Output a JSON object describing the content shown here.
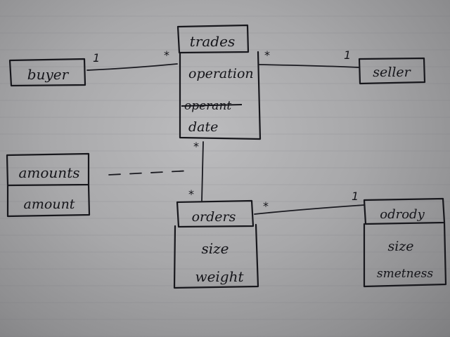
{
  "classes": {
    "trades": {
      "name": "trades",
      "attributes": [
        "operation",
        "operant",
        "date"
      ]
    },
    "buyer": {
      "name": "buyer"
    },
    "seller": {
      "name": "seller"
    },
    "amounts": {
      "name": "amounts",
      "attributes": [
        "amount"
      ]
    },
    "orders": {
      "name": "orders",
      "attributes": [
        "size",
        "weight"
      ]
    },
    "odrody": {
      "name": "odrody",
      "attributes": [
        "size",
        "smetness"
      ]
    }
  },
  "associations": {
    "buyer_trades": {
      "from_multiplicity": "1",
      "to_multiplicity": "*"
    },
    "trades_seller": {
      "from_multiplicity": "*",
      "to_multiplicity": "1"
    },
    "trades_orders": {
      "from_multiplicity": "*",
      "to_multiplicity": "*"
    },
    "orders_odrody": {
      "from_multiplicity": "*",
      "to_multiplicity": "1"
    }
  },
  "notes": {
    "operant_struck_out": true
  }
}
